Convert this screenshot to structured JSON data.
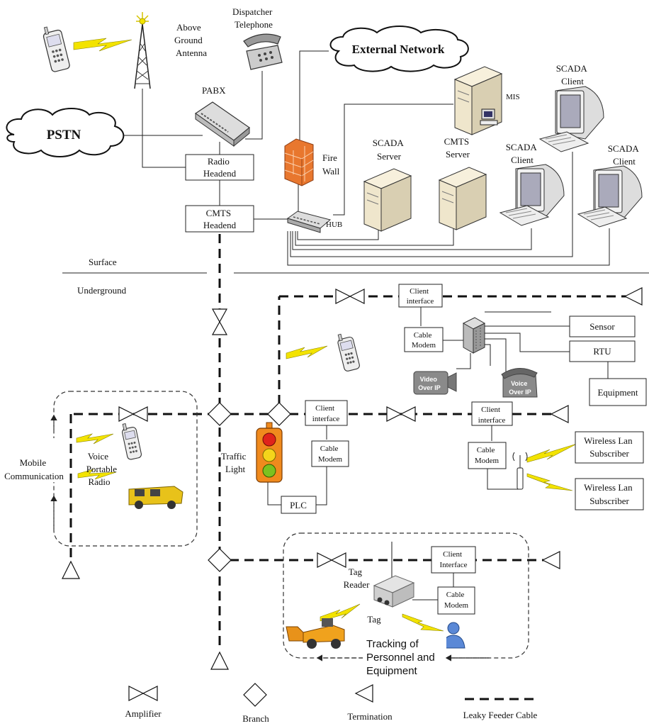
{
  "colors": {
    "feeder": "#111111",
    "bolt": "#f3e300",
    "firewall": "#e8772e",
    "traffic_housing": "#f08a1d",
    "server_body": "#efe6cc",
    "vehicle": "#e8c21a"
  },
  "labels": {
    "above_ground_antenna": [
      "Above",
      "Ground",
      "Antenna"
    ],
    "dispatcher_telephone": [
      "Dispatcher",
      "Telephone"
    ],
    "external_network": "External Network",
    "pabx": "PABX",
    "pstn": "PSTN",
    "radio_headend": [
      "Radio",
      "Headend"
    ],
    "cmts_headend": [
      "CMTS",
      "Headend"
    ],
    "fire_wall": [
      "Fire",
      "Wall"
    ],
    "hub": "HUB",
    "mis": "MIS",
    "scada_server": [
      "SCADA",
      "Server"
    ],
    "cmts_server": [
      "CMTS",
      "Server"
    ],
    "scada_client_top": [
      "SCADA",
      "Client"
    ],
    "scada_client_mid": [
      "SCADA",
      "Client"
    ],
    "scada_client_right": [
      "SCADA",
      "Client"
    ],
    "surface": "Surface",
    "underground": "Underground",
    "client_interface_1": [
      "Client",
      "interface"
    ],
    "cable_modem_1": [
      "Cable",
      "Modem"
    ],
    "sensor": "Sensor",
    "rtu": "RTU",
    "equipment": "Equipment",
    "video_over_ip": [
      "Video",
      "Over IP"
    ],
    "voice_over_ip": [
      "Voice",
      "Over IP"
    ],
    "client_interface_2": [
      "Client",
      "interface"
    ],
    "cable_modem_2": [
      "Cable",
      "Modem"
    ],
    "traffic_light": [
      "Traffic",
      "Light"
    ],
    "plc": "PLC",
    "client_interface_3": [
      "Client",
      "interface"
    ],
    "cable_modem_3": [
      "Cable",
      "Modem"
    ],
    "wireless_lan_1": [
      "Wireless Lan",
      "Subscriber"
    ],
    "wireless_lan_2": [
      "Wireless Lan",
      "Subscriber"
    ],
    "mobile_communication": [
      "Mobile",
      "Communication"
    ],
    "voice_portable_radio": [
      "Voice",
      "Portable",
      "Radio"
    ],
    "client_interface_4": [
      "Client",
      "Interface"
    ],
    "cable_modem_4": [
      "Cable",
      "Modem"
    ],
    "tag_reader": [
      "Tag",
      "Reader"
    ],
    "tag": "Tag",
    "tracking": [
      "Tracking of",
      "Personnel and",
      "Equipment"
    ]
  },
  "legend": {
    "amplifier": "Amplifier",
    "branch": "Branch",
    "termination": "Termination",
    "leaky_feeder_cable": "Leaky Feeder Cable"
  }
}
